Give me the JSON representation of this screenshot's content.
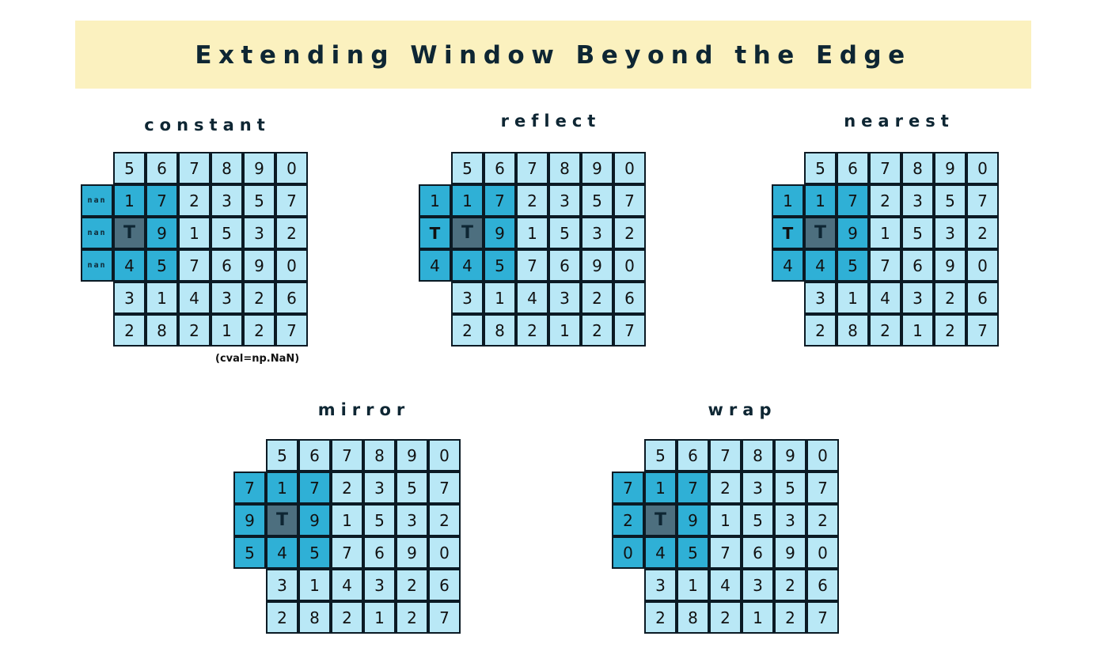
{
  "title": "Extending Window Beyond the Edge",
  "base_grid": [
    [
      "5",
      "6",
      "7",
      "8",
      "9",
      "0"
    ],
    [
      "1",
      "7",
      "2",
      "3",
      "5",
      "7"
    ],
    [
      "T",
      "9",
      "1",
      "5",
      "3",
      "2"
    ],
    [
      "4",
      "5",
      "7",
      "6",
      "9",
      "0"
    ],
    [
      "3",
      "1",
      "4",
      "3",
      "2",
      "6"
    ],
    [
      "2",
      "8",
      "2",
      "1",
      "2",
      "7"
    ]
  ],
  "target_label": "T",
  "panels": [
    {
      "id": "constant",
      "label": "constant",
      "pad": [
        "nan",
        "nan",
        "nan"
      ],
      "note": "(cval=np.NaN)"
    },
    {
      "id": "reflect",
      "label": "reflect",
      "pad": [
        "1",
        "T",
        "4"
      ]
    },
    {
      "id": "nearest",
      "label": "nearest",
      "pad": [
        "1",
        "T",
        "4"
      ]
    },
    {
      "id": "mirror",
      "label": "mirror",
      "pad": [
        "7",
        "9",
        "5"
      ]
    },
    {
      "id": "wrap",
      "label": "wrap",
      "pad": [
        "7",
        "2",
        "0"
      ]
    }
  ],
  "colors": {
    "banner": "#fbf1bf",
    "cell": "#b9e8f6",
    "window": "#2fb0d6",
    "center": "#4d6f7f",
    "border": "#0b1a24"
  }
}
